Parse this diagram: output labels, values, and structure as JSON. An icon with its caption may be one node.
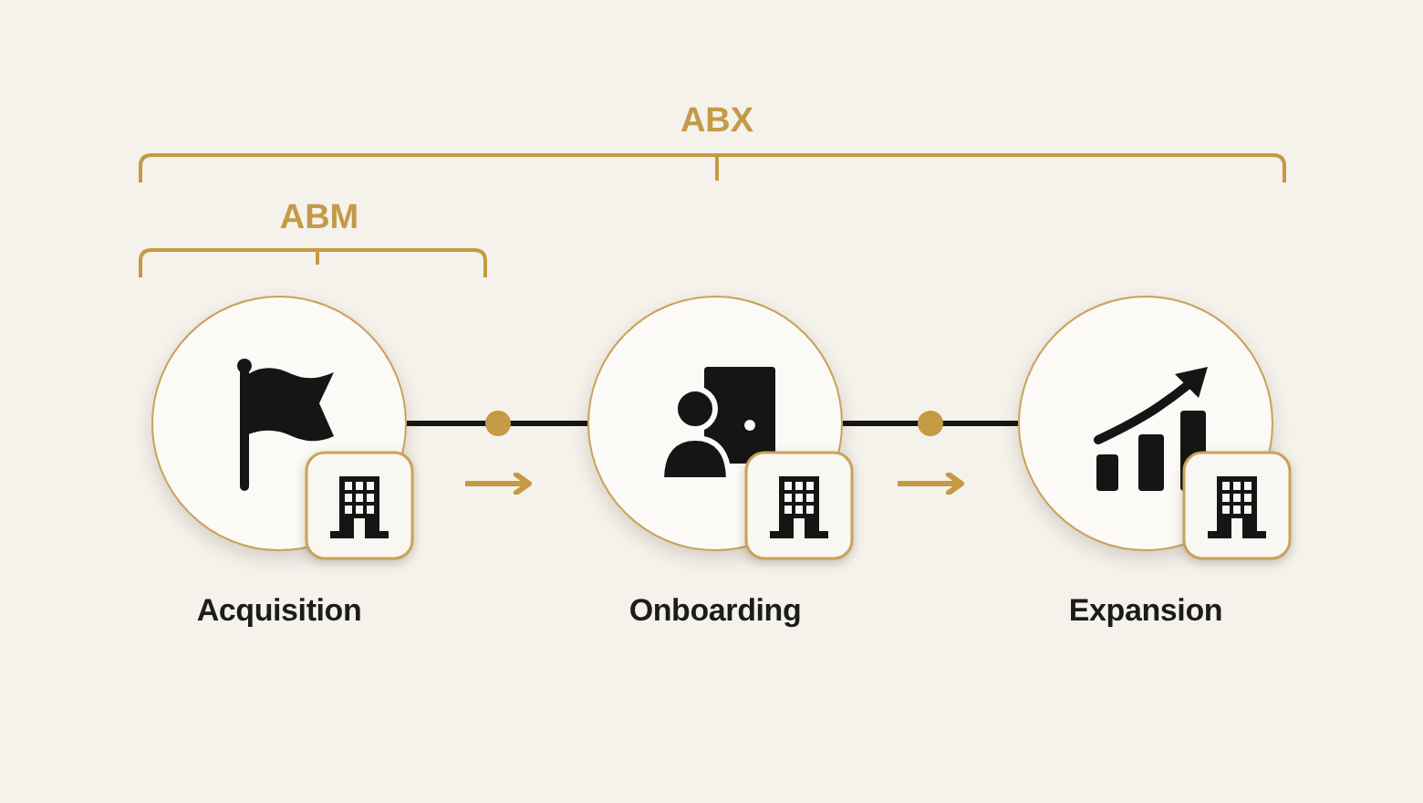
{
  "diagram": {
    "nodes": [
      {
        "text": [
          "Acquisition"
        ]
      },
      {
        "text": [
          "Onboarding"
        ]
      },
      {
        "text": [
          "Expansion"
        ]
      }
    ],
    "edges": [
      {
        "from": 0,
        "to": 1,
        "arrow": "none"
      },
      {
        "from": 1,
        "to": 2,
        "arrow": "none"
      }
    ],
    "labels": [
      "ABX",
      "ABM"
    ]
  }
}
